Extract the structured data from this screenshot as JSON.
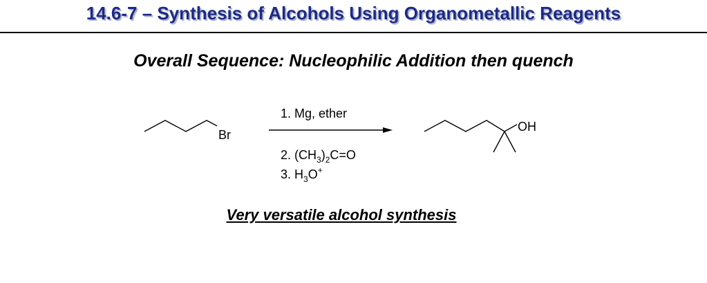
{
  "slide": {
    "title": "14.6-7 – Synthesis of Alcohols Using Organometallic Reagents",
    "subtitle": "Overall Sequence: Nucleophilic Addition then quench",
    "footer": "Very versatile alcohol synthesis"
  },
  "reaction": {
    "reactant_label": "Br",
    "product_label": "OH",
    "step1": "1. Mg, ether",
    "step2": {
      "prefix": "2. (CH",
      "sub1": "3",
      "mid": ")",
      "sub2": "2",
      "suffix": "C=O"
    },
    "step3": {
      "prefix": "3. H",
      "sub": "3",
      "base": "O",
      "sup": "+"
    }
  }
}
